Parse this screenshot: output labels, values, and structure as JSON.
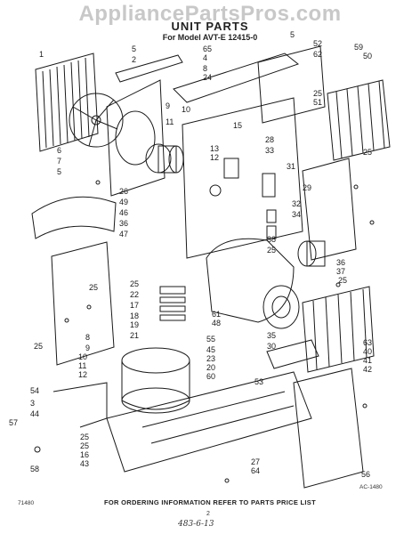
{
  "header": {
    "watermark": "AppliancePartsPros.com",
    "title": "UNIT PARTS",
    "subtitle": "For Model AVT-E 12415-0"
  },
  "footer": {
    "instruction": "FOR ORDERING INFORMATION REFER TO PARTS PRICE LIST",
    "page_number": "2",
    "handwritten_note": "483-6-13",
    "corner_code": "71480",
    "diagram_code": "AC-1480"
  },
  "callouts": [
    "1",
    "5",
    "2",
    "65",
    "4",
    "8",
    "24",
    "5",
    "52",
    "62",
    "59",
    "50",
    "6",
    "7",
    "5",
    "9",
    "10",
    "11",
    "15",
    "13",
    "12",
    "25",
    "51",
    "28",
    "33",
    "31",
    "29",
    "25",
    "26",
    "49",
    "46",
    "36",
    "47",
    "32",
    "34",
    "38",
    "25",
    "36",
    "37",
    "25",
    "25",
    "25",
    "25",
    "22",
    "17",
    "18",
    "19",
    "21",
    "8",
    "9",
    "10",
    "11",
    "12",
    "54",
    "3",
    "44",
    "58",
    "45",
    "23",
    "55",
    "20",
    "60",
    "61",
    "48",
    "35",
    "30",
    "53",
    "63",
    "40",
    "41",
    "42",
    "25",
    "25",
    "16",
    "43",
    "27",
    "64",
    "56",
    "57"
  ]
}
